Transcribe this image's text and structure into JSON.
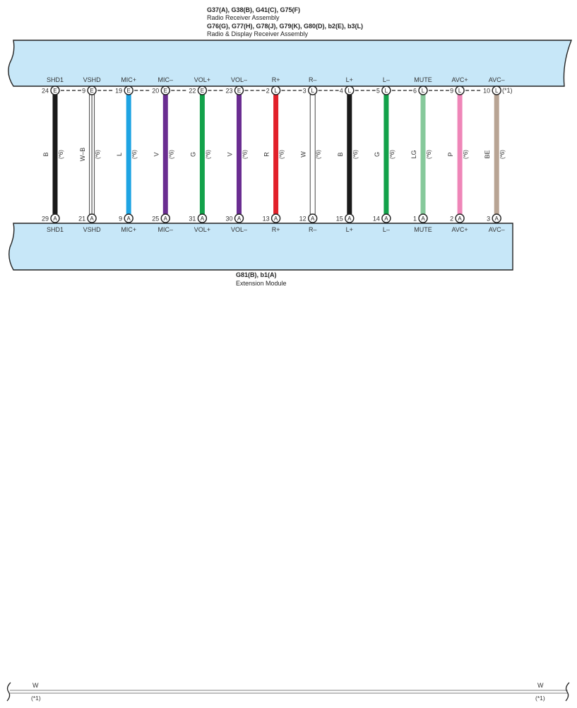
{
  "top_component": {
    "code_line1": "G37(A), G38(B), G41(C), G75(F)",
    "name_line1": "Radio Receiver Assembly",
    "code_line2": "G76(G), G77(H), G78(J), G79(K), G80(D), b2(E), b3(L)",
    "name_line2": "Radio & Display Receiver Assembly"
  },
  "bottom_component": {
    "code": "G81(B), b1(A)",
    "name": "Extension Module"
  },
  "top_note": "(*1)",
  "shield_note": "(*6)",
  "wires": [
    {
      "top_label": "SHD1",
      "top_pin": "24",
      "top_conn": "E",
      "color_code": "B",
      "color": "#1a1a1a",
      "hollow": false,
      "bottom_pin": "29",
      "bottom_conn": "A",
      "bottom_label": "SHD1"
    },
    {
      "top_label": "VSHD",
      "top_pin": "9",
      "top_conn": "E",
      "color_code": "W–B",
      "color": "#ffffff",
      "hollow": true,
      "bottom_pin": "21",
      "bottom_conn": "A",
      "bottom_label": "VSHD"
    },
    {
      "top_label": "MIC+",
      "top_pin": "19",
      "top_conn": "E",
      "color_code": "L",
      "color": "#1ea4e3",
      "hollow": false,
      "bottom_pin": "9",
      "bottom_conn": "A",
      "bottom_label": "MIC+"
    },
    {
      "top_label": "MIC–",
      "top_pin": "20",
      "top_conn": "E",
      "color_code": "V",
      "color": "#6a2d91",
      "hollow": false,
      "bottom_pin": "25",
      "bottom_conn": "A",
      "bottom_label": "MIC–"
    },
    {
      "top_label": "VOL+",
      "top_pin": "22",
      "top_conn": "E",
      "color_code": "G",
      "color": "#12a24a",
      "hollow": false,
      "bottom_pin": "31",
      "bottom_conn": "A",
      "bottom_label": "VOL+"
    },
    {
      "top_label": "VOL–",
      "top_pin": "23",
      "top_conn": "E",
      "color_code": "V",
      "color": "#6a2d91",
      "hollow": false,
      "bottom_pin": "30",
      "bottom_conn": "A",
      "bottom_label": "VOL–"
    },
    {
      "top_label": "R+",
      "top_pin": "2",
      "top_conn": "L",
      "color_code": "R",
      "color": "#e2202a",
      "hollow": false,
      "bottom_pin": "13",
      "bottom_conn": "A",
      "bottom_label": "R+"
    },
    {
      "top_label": "R–",
      "top_pin": "3",
      "top_conn": "L",
      "color_code": "W",
      "color": "#ffffff",
      "hollow": true,
      "bottom_pin": "12",
      "bottom_conn": "A",
      "bottom_label": "R–"
    },
    {
      "top_label": "L+",
      "top_pin": "4",
      "top_conn": "L",
      "color_code": "B",
      "color": "#1a1a1a",
      "hollow": false,
      "bottom_pin": "15",
      "bottom_conn": "A",
      "bottom_label": "L+"
    },
    {
      "top_label": "L–",
      "top_pin": "5",
      "top_conn": "L",
      "color_code": "G",
      "color": "#12a24a",
      "hollow": false,
      "bottom_pin": "14",
      "bottom_conn": "A",
      "bottom_label": "L–"
    },
    {
      "top_label": "MUTE",
      "top_pin": "6",
      "top_conn": "L",
      "color_code": "LG",
      "color": "#86c99b",
      "hollow": false,
      "bottom_pin": "1",
      "bottom_conn": "A",
      "bottom_label": "MUTE"
    },
    {
      "top_label": "AVC+",
      "top_pin": "9",
      "top_conn": "L",
      "color_code": "P",
      "color": "#ef86b8",
      "hollow": false,
      "bottom_pin": "2",
      "bottom_conn": "A",
      "bottom_label": "AVC+"
    },
    {
      "top_label": "AVC–",
      "top_pin": "10",
      "top_conn": "L",
      "color_code": "BE",
      "color": "#b8a494",
      "hollow": false,
      "bottom_pin": "3",
      "bottom_conn": "A",
      "bottom_label": "AVC–"
    }
  ],
  "footer": {
    "left_label": "W",
    "left_note": "(*1)",
    "right_label": "W",
    "right_note": "(*1)"
  },
  "colors": {
    "box_fill": "#c7e7f8",
    "outline": "#222222"
  }
}
